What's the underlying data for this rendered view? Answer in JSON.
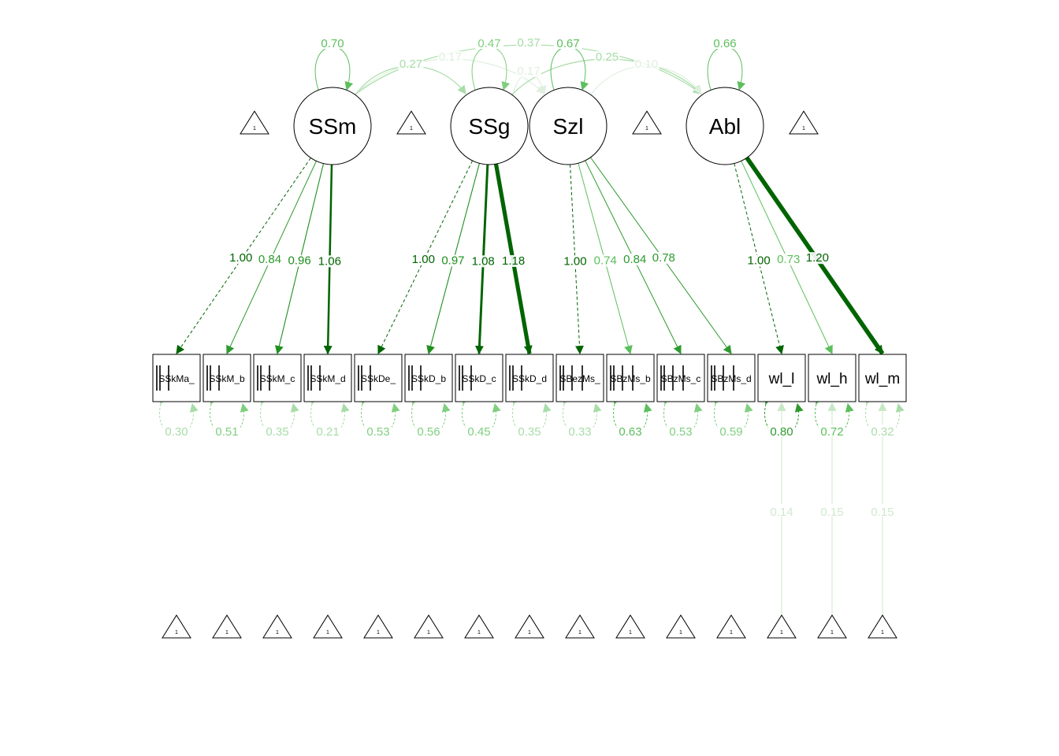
{
  "latents": [
    {
      "id": "SSm",
      "label": "SSm",
      "variance": "0.70"
    },
    {
      "id": "SSg",
      "label": "SSg",
      "variance": "0.47"
    },
    {
      "id": "Szl",
      "label": "Szl",
      "variance": "0.67"
    },
    {
      "id": "Abl",
      "label": "Abl",
      "variance": "0.66"
    }
  ],
  "covariances": [
    {
      "from": "SSm",
      "to": "SSg",
      "label": "0.27"
    },
    {
      "from": "SSm",
      "to": "Szl",
      "label": "0.17"
    },
    {
      "from": "SSm",
      "to": "Abl",
      "label": "0.37"
    },
    {
      "from": "SSg",
      "to": "Szl",
      "label": "0.17"
    },
    {
      "from": "SSg",
      "to": "Abl",
      "label": "0.25"
    },
    {
      "from": "Szl",
      "to": "Abl",
      "label": "0.10"
    }
  ],
  "manifests": [
    {
      "id": "m1",
      "label": "SSkMa_",
      "residual": "0.30"
    },
    {
      "id": "m2",
      "label": "SSkM_b",
      "residual": "0.51"
    },
    {
      "id": "m3",
      "label": "SSkM_c",
      "residual": "0.35"
    },
    {
      "id": "m4",
      "label": "SSkM_d",
      "residual": "0.21"
    },
    {
      "id": "m5",
      "label": "SSkDe_",
      "residual": "0.53"
    },
    {
      "id": "m6",
      "label": "SSkD_b",
      "residual": "0.56"
    },
    {
      "id": "m7",
      "label": "SSkD_c",
      "residual": "0.45"
    },
    {
      "id": "m8",
      "label": "SSkD_d",
      "residual": "0.35"
    },
    {
      "id": "m9",
      "label": "SBezMs_",
      "residual": "0.33"
    },
    {
      "id": "m10",
      "label": "SBzMs_b",
      "residual": "0.63"
    },
    {
      "id": "m11",
      "label": "SBzMs_c",
      "residual": "0.53"
    },
    {
      "id": "m12",
      "label": "SBzMs_d",
      "residual": "0.59"
    },
    {
      "id": "m13",
      "label": "wl_l",
      "residual": "0.80"
    },
    {
      "id": "m14",
      "label": "wl_h",
      "residual": "0.72"
    },
    {
      "id": "m15",
      "label": "wl_m",
      "residual": "0.32"
    }
  ],
  "loadings": [
    {
      "from": "SSm",
      "to": "m1",
      "label": "1.00",
      "fixed": true
    },
    {
      "from": "SSm",
      "to": "m2",
      "label": "0.84"
    },
    {
      "from": "SSm",
      "to": "m3",
      "label": "0.96"
    },
    {
      "from": "SSm",
      "to": "m4",
      "label": "1.06"
    },
    {
      "from": "SSg",
      "to": "m5",
      "label": "1.00",
      "fixed": true
    },
    {
      "from": "SSg",
      "to": "m6",
      "label": "0.97"
    },
    {
      "from": "SSg",
      "to": "m7",
      "label": "1.08"
    },
    {
      "from": "SSg",
      "to": "m8",
      "label": "1.18"
    },
    {
      "from": "Szl",
      "to": "m9",
      "label": "1.00",
      "fixed": true
    },
    {
      "from": "Szl",
      "to": "m10",
      "label": "0.74"
    },
    {
      "from": "Szl",
      "to": "m11",
      "label": "0.84"
    },
    {
      "from": "Szl",
      "to": "m12",
      "label": "0.78"
    },
    {
      "from": "Abl",
      "to": "m13",
      "label": "1.00",
      "fixed": true
    },
    {
      "from": "Abl",
      "to": "m14",
      "label": "0.73"
    },
    {
      "from": "Abl",
      "to": "m15",
      "label": "1.20"
    }
  ],
  "intercepts": [
    {
      "to": "m13",
      "label": "0.14"
    },
    {
      "to": "m14",
      "label": "0.15"
    },
    {
      "to": "m15",
      "label": "0.15"
    }
  ],
  "intercept_symbol": "1",
  "colors": {
    "strong": "#006400",
    "medium": "#2e9a2e",
    "light": "#5cbf5c",
    "pale": "#a8dca8",
    "faint": "#dff0df",
    "outline": "#000000"
  }
}
